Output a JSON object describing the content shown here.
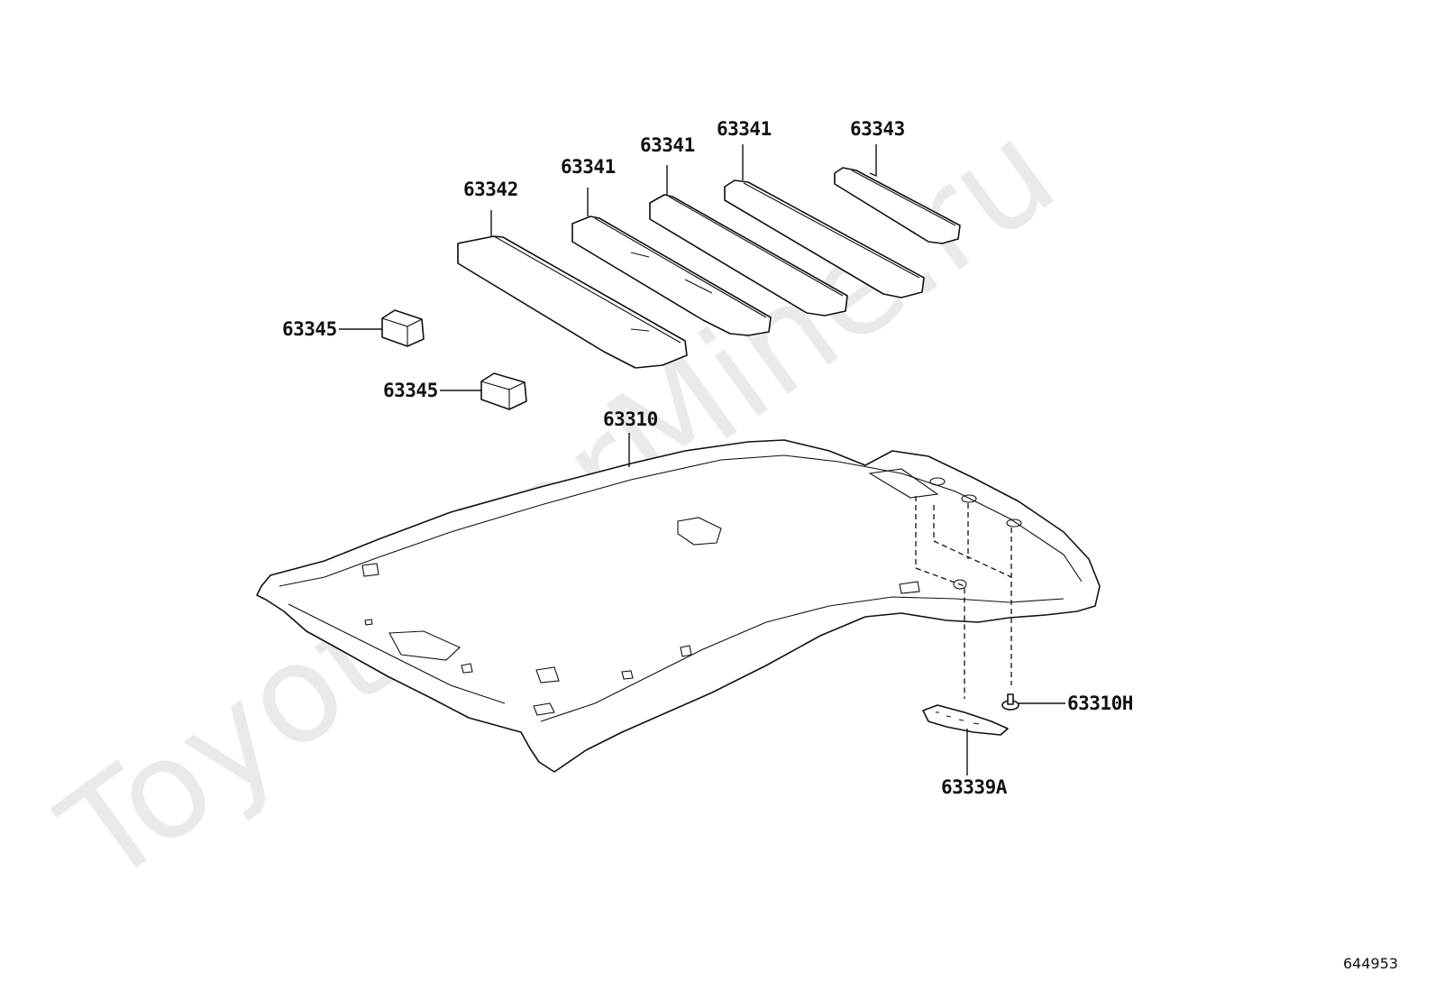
{
  "watermark": "ToyotaCarMine.ru",
  "diagram_id": "644953",
  "labels": {
    "p63342": "63342",
    "p63341_a": "63341",
    "p63341_b": "63341",
    "p63341_c": "63341",
    "p63343": "63343",
    "p63345_a": "63345",
    "p63345_b": "63345",
    "p63310": "63310",
    "p63310H": "63310H",
    "p63339A": "63339A"
  }
}
